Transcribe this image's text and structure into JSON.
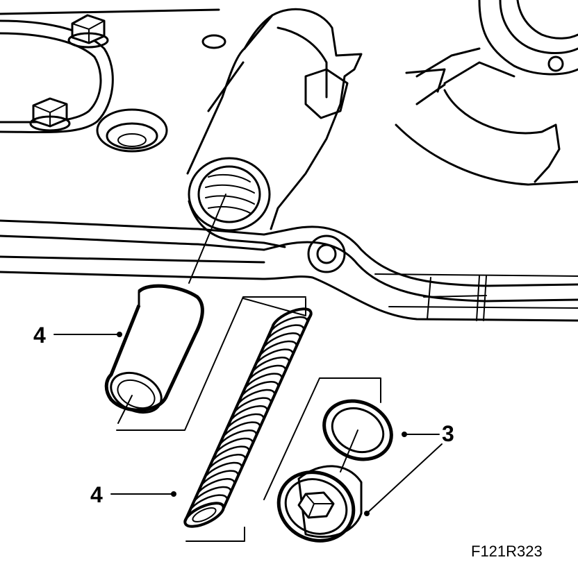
{
  "callouts": [
    {
      "id": "sleeve",
      "label": "4"
    },
    {
      "id": "spring",
      "label": "4"
    },
    {
      "id": "plug-seal",
      "label": "3"
    }
  ],
  "figure_ref": "F121R323"
}
